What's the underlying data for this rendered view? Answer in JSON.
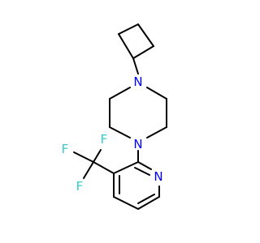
{
  "molecule": {
    "atoms": {
      "n_top": "N",
      "n_bottom": "N",
      "n_pyridine": "N",
      "f1": "F",
      "f2": "F",
      "f3": "F"
    }
  },
  "colors": {
    "nitrogen": "#0000ff",
    "fluorine": "#33cccc",
    "bond": "#000000",
    "background": "#ffffff"
  }
}
